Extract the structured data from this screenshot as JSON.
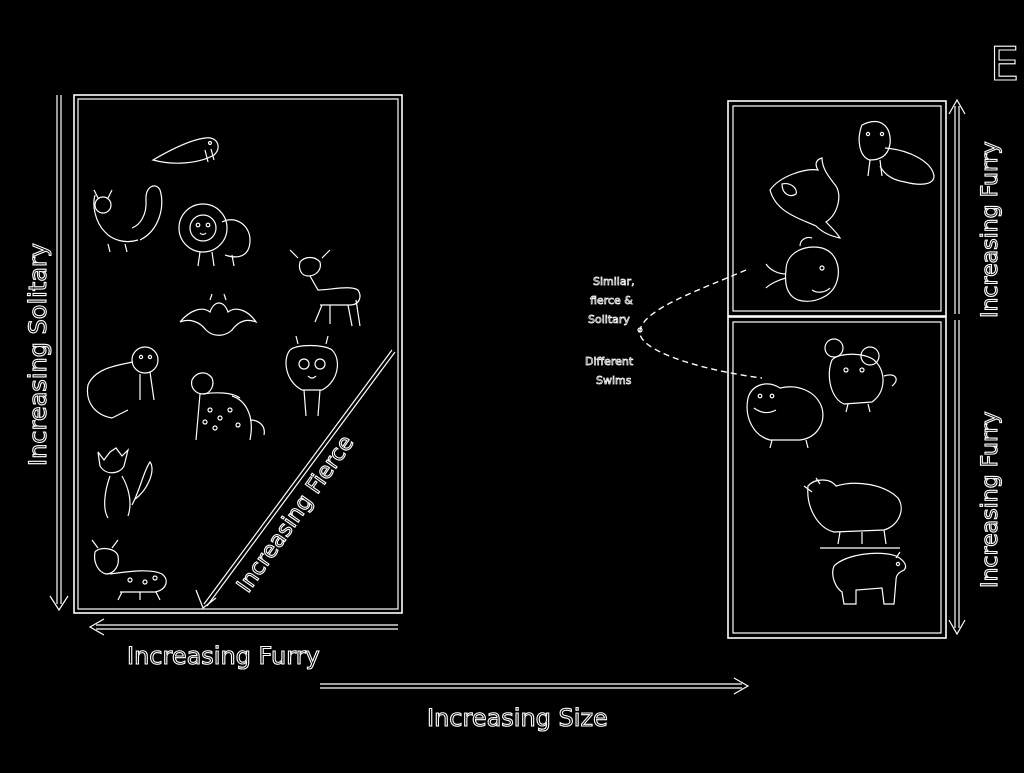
{
  "panel_letter": "E",
  "left_panel": {
    "y_axis_label": "Increasing Solitary",
    "x_axis_label": "Increasing Furry",
    "diagonal_label": "Increasing Fierce",
    "animals": [
      {
        "id": "walrus",
        "icon": "walrus-icon"
      },
      {
        "id": "squirrel",
        "icon": "squirrel-icon"
      },
      {
        "id": "lion",
        "icon": "lion-icon"
      },
      {
        "id": "deer",
        "icon": "deer-icon"
      },
      {
        "id": "bat",
        "icon": "bat-icon"
      },
      {
        "id": "otter",
        "icon": "otter-icon"
      },
      {
        "id": "cheetah",
        "icon": "cheetah-icon"
      },
      {
        "id": "giraffe",
        "icon": "giraffe-icon"
      },
      {
        "id": "fox",
        "icon": "fox-icon"
      },
      {
        "id": "lynx",
        "icon": "lynx-icon"
      }
    ]
  },
  "right_panel": {
    "upper_axis_label": "Increasing Furry",
    "lower_axis_label": "Increasing Furry",
    "upper_animals": [
      {
        "id": "walrus",
        "icon": "walrus-icon"
      },
      {
        "id": "orca",
        "icon": "orca-icon"
      },
      {
        "id": "whale",
        "icon": "whale-icon"
      }
    ],
    "lower_animals": [
      {
        "id": "mouse",
        "icon": "mouse-icon"
      },
      {
        "id": "hippo",
        "icon": "hippo-icon"
      },
      {
        "id": "boar",
        "icon": "boar-icon"
      },
      {
        "id": "bear",
        "icon": "bear-icon"
      }
    ]
  },
  "annotation": {
    "line1": "Similar,",
    "line2": "fierce &",
    "line3": "Solitary",
    "line4": "Different",
    "line5": "Swims"
  },
  "bottom_axis_label": "Increasing Size"
}
